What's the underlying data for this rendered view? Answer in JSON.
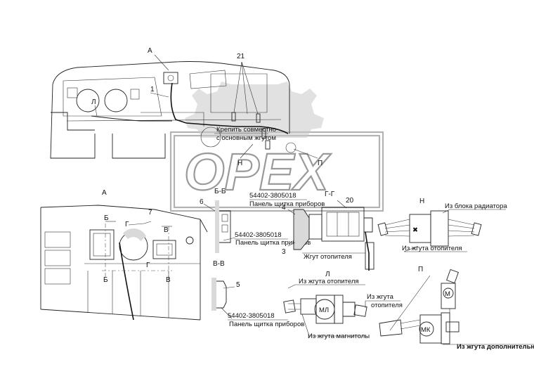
{
  "view_labels": {
    "view_a_top": "А",
    "view_a_detail": "А",
    "view_l": "Л",
    "view_n": "Н",
    "view_p": "П"
  },
  "section_labels": {
    "bb": "Б-Б",
    "gg": "Г-Г",
    "vv": "В-В",
    "b1": "Б",
    "b2": "Б",
    "g1": "Г",
    "g2": "Г",
    "v1": "В",
    "v2": "В"
  },
  "part_numbers": {
    "p1": "1",
    "p21": "21",
    "p6": "6",
    "p4": "4",
    "p3": "3",
    "p20": "20",
    "p7": "7",
    "p5": "5"
  },
  "notes": {
    "fasten_together_1": "Крепить совместно",
    "fasten_together_2": "с основным жгутом",
    "panel_code_1": "54402-3805018",
    "panel_name_1": "Панель щитка приборов",
    "panel_code_2": "54402-3805018",
    "panel_name_2": "Панель щитка приборов",
    "panel_code_3": "54402-3805018",
    "panel_name_3": "Панель щитка приборов",
    "heater_harness": "Жгут  отопителя",
    "from_radiator_block": "Из блока радиатора",
    "from_heater_harness_n": "Из жгута отопителя",
    "from_heater_harness_l": "Из жгута отопителя",
    "from_heater_harness_l2_1": "Из жгута",
    "from_heater_harness_l2_2": "отопителя",
    "from_radio_harness": "Из жгута магнитолы",
    "from_additional_harness": "Из жгута дополнительного"
  },
  "watermark": {
    "text": "OPEX"
  },
  "component_marks": {
    "ml": "МЛ",
    "mk": "МК",
    "m": "М"
  }
}
